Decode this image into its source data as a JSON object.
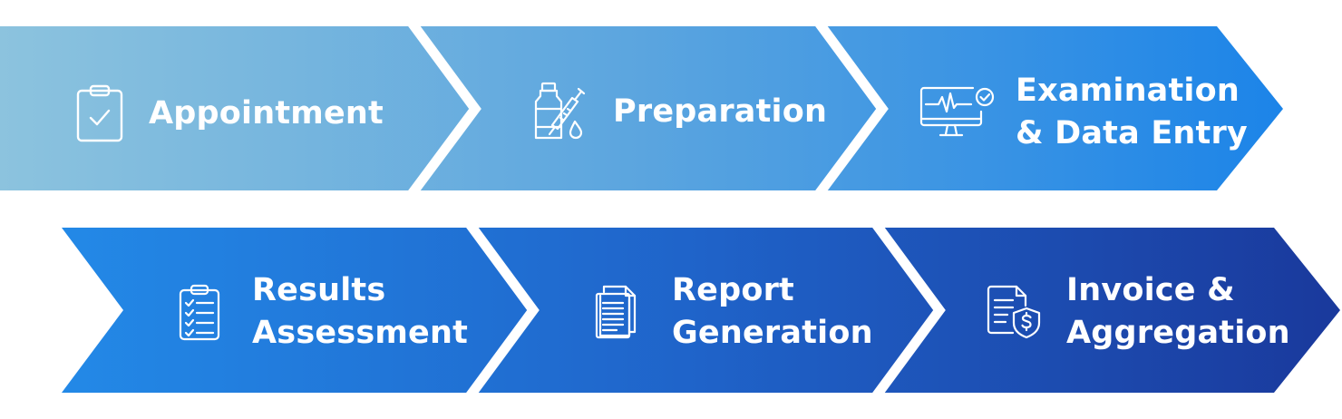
{
  "colors": {
    "row1_start": "#8cc2dd",
    "row1_end": "#1e86e6",
    "row2_start": "#2287e6",
    "row2_end": "#1a3a9e",
    "text": "#ffffff",
    "separator": "#ffffff"
  },
  "steps": [
    {
      "icon": "clipboard-check-icon",
      "lines": [
        "Appointment"
      ]
    },
    {
      "icon": "vial-syringe-drop-icon",
      "lines": [
        "Preparation"
      ]
    },
    {
      "icon": "monitor-heartbeat-check-icon",
      "lines": [
        "Examination",
        "& Data Entry"
      ]
    },
    {
      "icon": "clipboard-checklist-icon",
      "lines": [
        "Results",
        "Assessment"
      ]
    },
    {
      "icon": "document-stack-icon",
      "lines": [
        "Report",
        "Generation"
      ]
    },
    {
      "icon": "invoice-shield-dollar-icon",
      "lines": [
        "Invoice &",
        "Aggregation"
      ]
    }
  ]
}
